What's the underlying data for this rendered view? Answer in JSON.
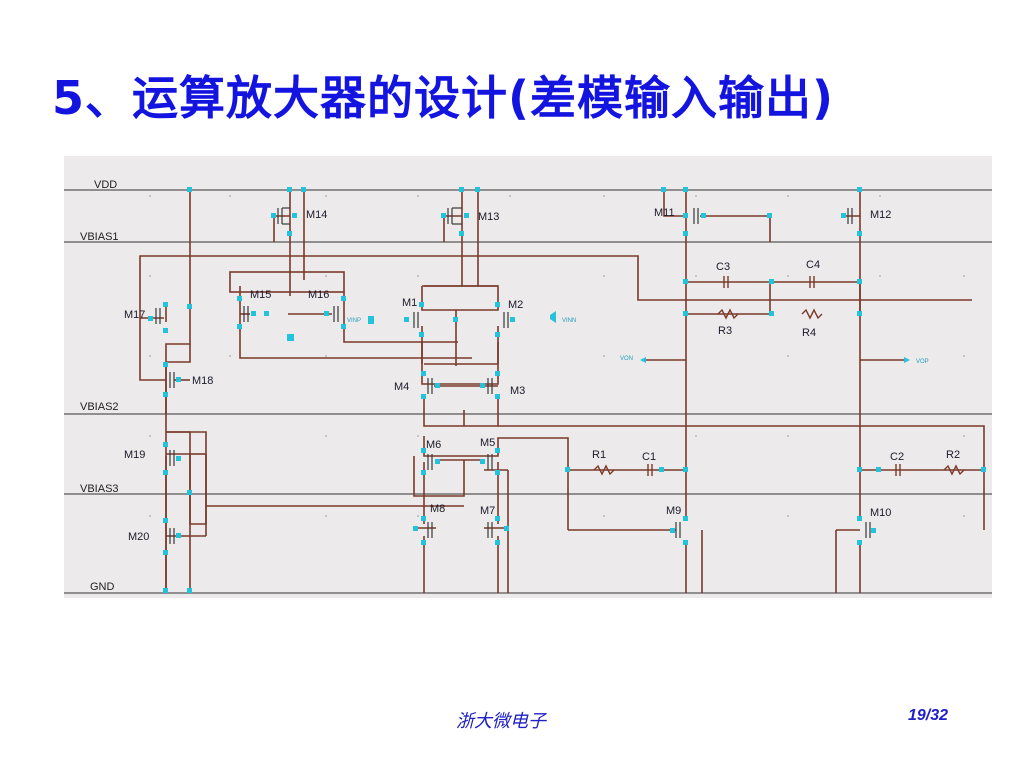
{
  "slide": {
    "title": "5、运算放大器的设计(差模输入输出)",
    "org": "浙大微电子",
    "page": "19/32"
  },
  "colors": {
    "title": "#1414e0",
    "wire": "#7a3a2a",
    "rail": "#333333",
    "pin": "#23c3dc",
    "background": "#eceaea"
  },
  "schematic": {
    "rails": [
      "VDD",
      "VBIAS1",
      "VBIAS2",
      "VBIAS3",
      "GND"
    ],
    "transistors": [
      "M1",
      "M2",
      "M3",
      "M4",
      "M5",
      "M6",
      "M7",
      "M8",
      "M9",
      "M10",
      "M11",
      "M12",
      "M13",
      "M14",
      "M15",
      "M16",
      "M17",
      "M18",
      "M19",
      "M20"
    ],
    "resistors": [
      "R1",
      "R2",
      "R3",
      "R4"
    ],
    "capacitors": [
      "C1",
      "C2",
      "C3",
      "C4"
    ],
    "ports": [
      "VINP",
      "VINN",
      "VON",
      "VOP"
    ]
  }
}
